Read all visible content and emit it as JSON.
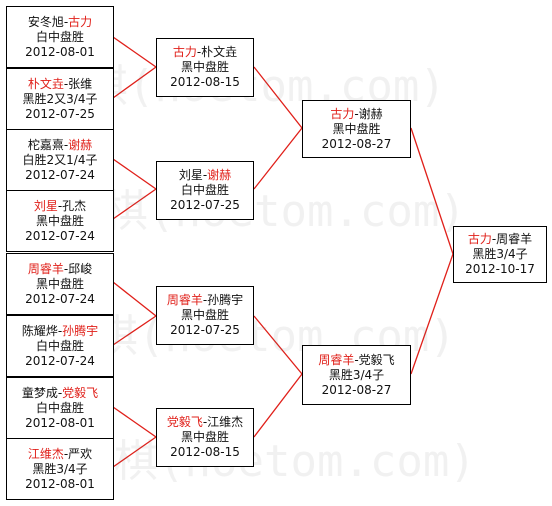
{
  "watermark": "围棋(hoetom.com)",
  "round1": [
    {
      "a": "安冬旭",
      "b": "古力",
      "winner": "b",
      "result": "白中盘胜",
      "date": "2012-08-01"
    },
    {
      "a": "朴文垚",
      "b": "张维",
      "winner": "a",
      "result": "黑胜2又3/4子",
      "date": "2012-07-25"
    },
    {
      "a": "柁嘉熹",
      "b": "谢赫",
      "winner": "b",
      "result": "白胜2又1/4子",
      "date": "2012-07-24"
    },
    {
      "a": "刘星",
      "b": "孔杰",
      "winner": "a",
      "result": "黑中盘胜",
      "date": "2012-07-24"
    },
    {
      "a": "周睿羊",
      "b": "邱峻",
      "winner": "a",
      "result": "黑中盘胜",
      "date": "2012-07-24"
    },
    {
      "a": "陈耀烨",
      "b": "孙腾宇",
      "winner": "b",
      "result": "白中盘胜",
      "date": "2012-07-24"
    },
    {
      "a": "童梦成",
      "b": "党毅飞",
      "winner": "b",
      "result": "白中盘胜",
      "date": "2012-08-01"
    },
    {
      "a": "江维杰",
      "b": "严欢",
      "winner": "a",
      "result": "黑胜3/4子",
      "date": "2012-08-01"
    }
  ],
  "round2": [
    {
      "a": "古力",
      "b": "朴文垚",
      "winner": "a",
      "result": "黑中盘胜",
      "date": "2012-08-15"
    },
    {
      "a": "刘星",
      "b": "谢赫",
      "winner": "b",
      "result": "白中盘胜",
      "date": "2012-07-25"
    },
    {
      "a": "周睿羊",
      "b": "孙腾宇",
      "winner": "a",
      "result": "黑中盘胜",
      "date": "2012-07-25"
    },
    {
      "a": "党毅飞",
      "b": "江维杰",
      "winner": "a",
      "result": "黑中盘胜",
      "date": "2012-08-15"
    }
  ],
  "round3": [
    {
      "a": "古力",
      "b": "谢赫",
      "winner": "a",
      "result": "黑中盘胜",
      "date": "2012-08-27"
    },
    {
      "a": "周睿羊",
      "b": "党毅飞",
      "winner": "a",
      "result": "黑胜3/4子",
      "date": "2012-08-27"
    }
  ],
  "final": {
    "a": "古力",
    "b": "周睿羊",
    "winner": "a",
    "result": "黑胜3/4子",
    "date": "2012-10-17"
  }
}
